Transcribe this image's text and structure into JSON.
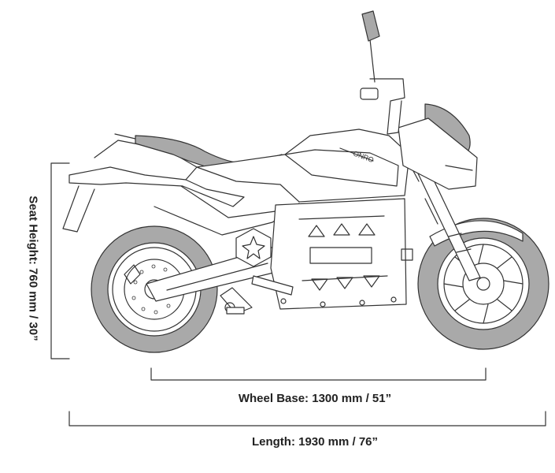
{
  "dimensions": {
    "seat_height": "Seat Height: 760 mm / 30”",
    "wheel_base": "Wheel Base: 1300 mm / 51”",
    "length": "Length: 1930 mm / 76”"
  },
  "brand_badge": "ONRO",
  "colors": {
    "line": "#333333",
    "fill_gray": "#a9a9a9",
    "background": "#ffffff"
  }
}
